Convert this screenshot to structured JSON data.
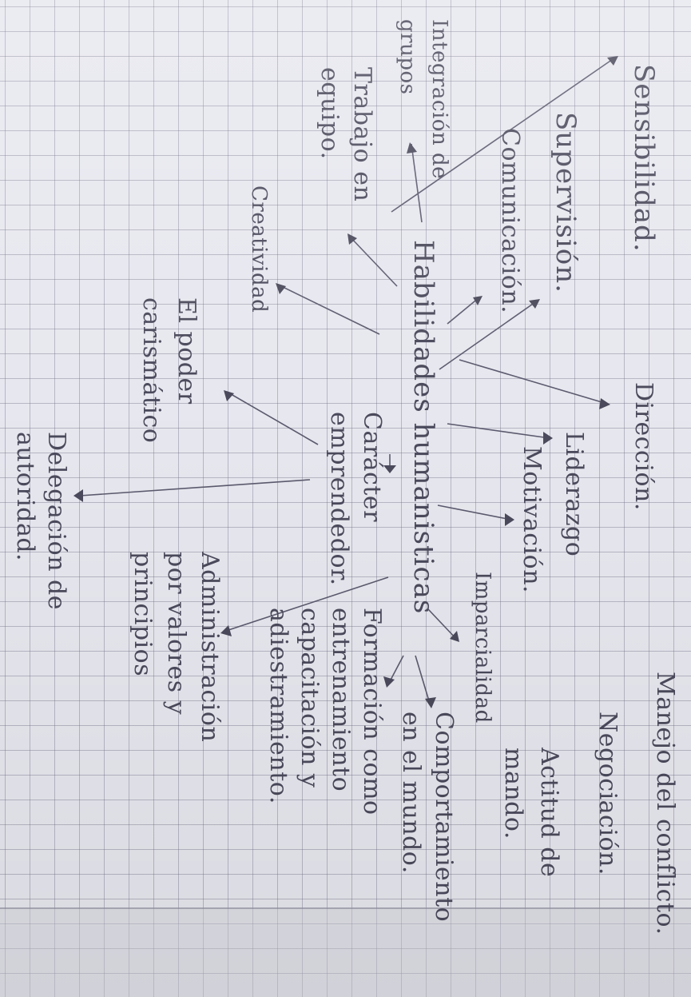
{
  "center": "Habilidades humanisticas",
  "left_branches": [
    "Sensibilidad.",
    "Supervisión.",
    "Comunicación.",
    "Integración de grupos",
    "Trabajo en equipo.",
    "Creatividad",
    "El poder carismático",
    "Delegación de autoridad."
  ],
  "right_branches": [
    "Manejo del conflicto.",
    "Negociación.",
    "Actitud de mando.",
    "Dirección.",
    "Liderazgo",
    "Motivación.",
    "Imparcialidad",
    "Comportamiento en el mundo.",
    "Formación como entrenamiento capacitación y adiestramiento.",
    "Carácter emprendedor.",
    "Administración por valores y principios"
  ]
}
